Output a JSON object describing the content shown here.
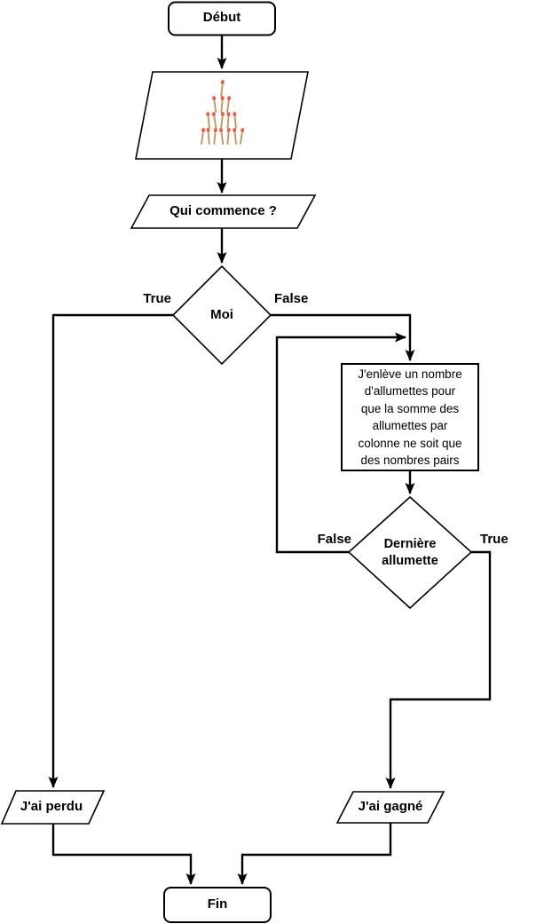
{
  "nodes": {
    "start": {
      "label": "Début"
    },
    "matches": {
      "rows": [
        1,
        3,
        5,
        7
      ]
    },
    "who_starts": {
      "label": "Qui commence ?"
    },
    "me": {
      "label": "Moi"
    },
    "remove": {
      "text": "J'enlève un nombre\nd'allumettes pour\nque la somme des\nallumettes par\ncolonne ne soit que\ndes nombres pairs"
    },
    "last_match": {
      "label": "Dernière\nallumette"
    },
    "lost": {
      "label": "J'ai perdu"
    },
    "won": {
      "label": "J'ai gagné"
    },
    "end": {
      "label": "Fin"
    }
  },
  "edge_labels": {
    "me_true": "True",
    "me_false": "False",
    "last_false": "False",
    "last_true": "True"
  },
  "colors": {
    "stroke": "#000000",
    "shape_fill": "#ffffff",
    "match_head": "#d63a28",
    "match_stick_light": "#dfc18a",
    "match_stick_dark": "#9c7a47"
  }
}
